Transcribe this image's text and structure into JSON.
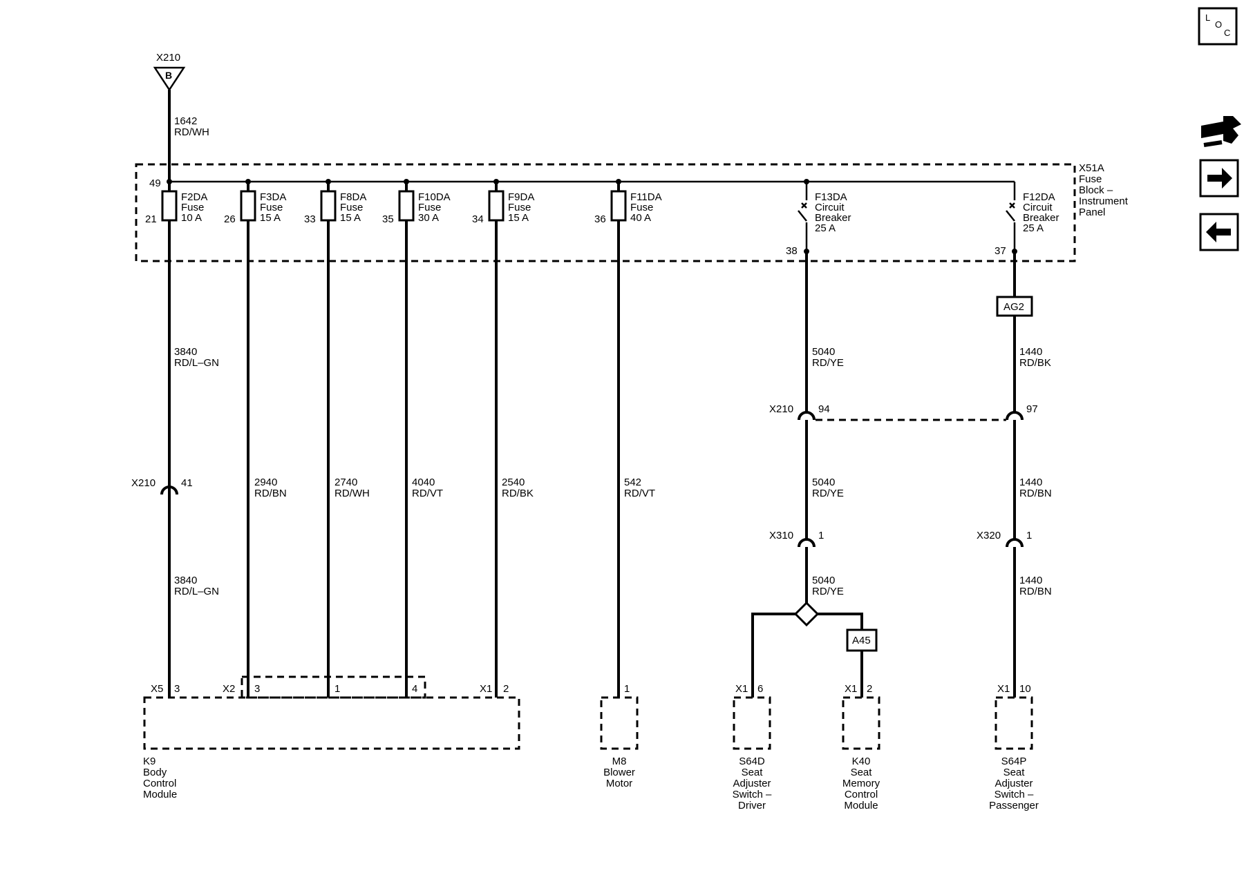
{
  "connector_top": {
    "name": "X210",
    "letter": "B"
  },
  "wire_top": {
    "circuit": "1642",
    "color": "RD/WH"
  },
  "fuse_block": {
    "name": "X51A",
    "lines": [
      "Fuse",
      "Block –",
      "Instrument",
      "Panel"
    ],
    "input_pin": "49"
  },
  "fuses": [
    {
      "id": "F2DA",
      "type": "Fuse",
      "rating": "10 A",
      "pin": "21"
    },
    {
      "id": "F3DA",
      "type": "Fuse",
      "rating": "15 A",
      "pin": "26"
    },
    {
      "id": "F8DA",
      "type": "Fuse",
      "rating": "15 A",
      "pin": "33"
    },
    {
      "id": "F10DA",
      "type": "Fuse",
      "rating": "30 A",
      "pin": "35"
    },
    {
      "id": "F9DA",
      "type": "Fuse",
      "rating": "15 A",
      "pin": "34"
    },
    {
      "id": "F11DA",
      "type": "Fuse",
      "rating": "40 A",
      "pin": "36"
    }
  ],
  "breakers": [
    {
      "id": "F13DA",
      "line1": "Circuit",
      "line2": "Breaker",
      "rating": "25 A",
      "pin": "38"
    },
    {
      "id": "F12DA",
      "line1": "Circuit",
      "line2": "Breaker",
      "rating": "25 A",
      "pin": "37"
    }
  ],
  "wires": [
    {
      "circuit": "3840",
      "color": "RD/L–GN"
    },
    {
      "circuit": "3840",
      "color": "RD/L–GN"
    },
    {
      "circuit": "2940",
      "color": "RD/BN"
    },
    {
      "circuit": "2740",
      "color": "RD/WH"
    },
    {
      "circuit": "4040",
      "color": "RD/VT"
    },
    {
      "circuit": "2540",
      "color": "RD/BK"
    },
    {
      "circuit": "542",
      "color": "RD/VT"
    },
    {
      "circuit": "5040",
      "color": "RD/YE"
    },
    {
      "circuit": "5040",
      "color": "RD/YE"
    },
    {
      "circuit": "5040",
      "color": "RD/YE"
    },
    {
      "circuit": "1440",
      "color": "RD/BK"
    },
    {
      "circuit": "1440",
      "color": "RD/BN"
    },
    {
      "circuit": "1440",
      "color": "RD/BN"
    }
  ],
  "inline_connectors": [
    {
      "name": "X210",
      "pin": "41"
    },
    {
      "name": "X210",
      "pin": "94"
    },
    {
      "name": "",
      "pin": "97"
    },
    {
      "name": "X310",
      "pin": "1"
    },
    {
      "name": "X320",
      "pin": "1"
    }
  ],
  "labels": {
    "ag2": "AG2",
    "a45": "A45"
  },
  "module_pins": [
    {
      "conn": "X5",
      "pin": "3"
    },
    {
      "conn": "X2",
      "pin": "3"
    },
    {
      "conn": "",
      "pin": "1"
    },
    {
      "conn": "",
      "pin": "4"
    },
    {
      "conn": "X1",
      "pin": "2"
    },
    {
      "conn": "",
      "pin": "1"
    },
    {
      "conn": "X1",
      "pin": "6"
    },
    {
      "conn": "X1",
      "pin": "2"
    },
    {
      "conn": "X1",
      "pin": "10"
    }
  ],
  "components": [
    {
      "id": "K9",
      "lines": [
        "Body",
        "Control",
        "Module"
      ]
    },
    {
      "id": "M8",
      "lines": [
        "Blower",
        "Motor"
      ]
    },
    {
      "id": "S64D",
      "lines": [
        "Seat",
        "Adjuster",
        "Switch –",
        "Driver"
      ]
    },
    {
      "id": "K40",
      "lines": [
        "Seat",
        "Memory",
        "Control",
        "Module"
      ]
    },
    {
      "id": "S64P",
      "lines": [
        "Seat",
        "Adjuster",
        "Switch –",
        "Passenger"
      ]
    }
  ],
  "nav": {
    "loc_l": "L",
    "loc_o": "O",
    "loc_c": "C",
    "icons": [
      "location-icon",
      "connector-tool-icon",
      "arrow-right-icon",
      "arrow-left-icon"
    ]
  }
}
